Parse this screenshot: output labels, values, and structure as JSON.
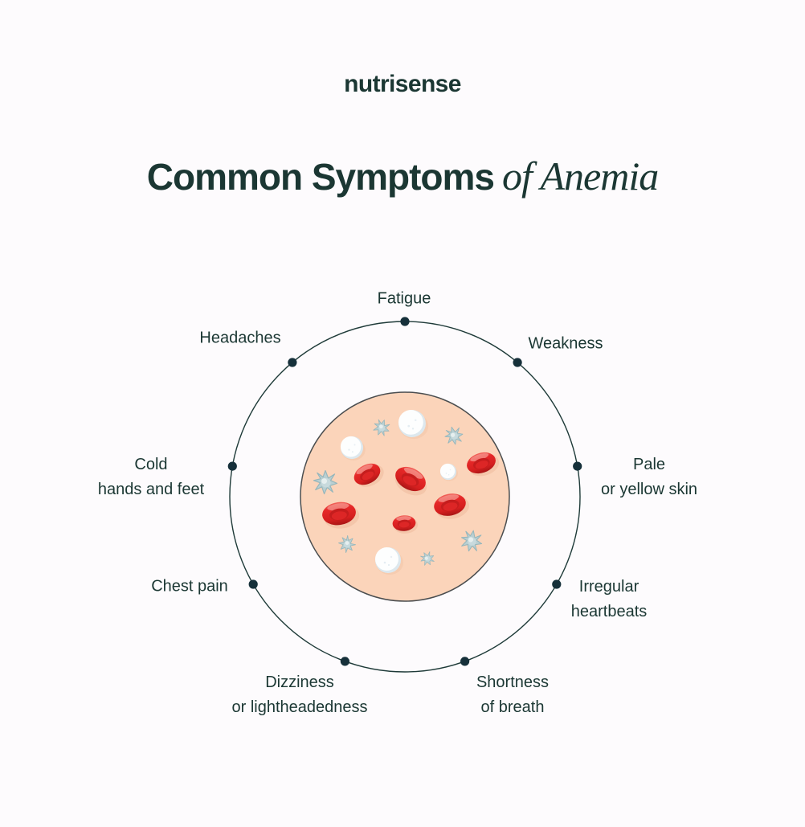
{
  "brand": {
    "logo_text": "nutrisense"
  },
  "title": {
    "main": "Common Symptoms",
    "accent": "of Anemia"
  },
  "colors": {
    "background": "#fdfbfd",
    "text": "#1b3733",
    "circle_line": "#1e3a38",
    "dot": "#16303a",
    "plasma": "#fbd4ba",
    "red_cell": "#e02424",
    "platelet": "#b9cfd2",
    "white_cell": "#ffffff"
  },
  "diagram": {
    "center_illustration": "blood-cells-in-plasma",
    "cell_counts": {
      "red_blood_cells": 6,
      "white_blood_cells": 4,
      "platelets": 6
    },
    "symptoms": [
      {
        "id": "fatigue",
        "lines": [
          "Fatigue",
          ""
        ]
      },
      {
        "id": "weakness",
        "lines": [
          "Weakness",
          ""
        ]
      },
      {
        "id": "pale-or-yellow-skin",
        "lines": [
          "Pale",
          "or yellow skin"
        ]
      },
      {
        "id": "irregular-heartbeats",
        "lines": [
          "Irregular",
          "heartbeats"
        ]
      },
      {
        "id": "shortness-of-breath",
        "lines": [
          "Shortness",
          "of breath"
        ]
      },
      {
        "id": "dizziness",
        "lines": [
          "Dizziness",
          "or lightheadedness"
        ]
      },
      {
        "id": "chest-pain",
        "lines": [
          "Chest pain",
          ""
        ]
      },
      {
        "id": "cold-hands-and-feet",
        "lines": [
          "Cold",
          "hands and feet"
        ]
      },
      {
        "id": "headaches",
        "lines": [
          "Headaches",
          ""
        ]
      }
    ]
  }
}
